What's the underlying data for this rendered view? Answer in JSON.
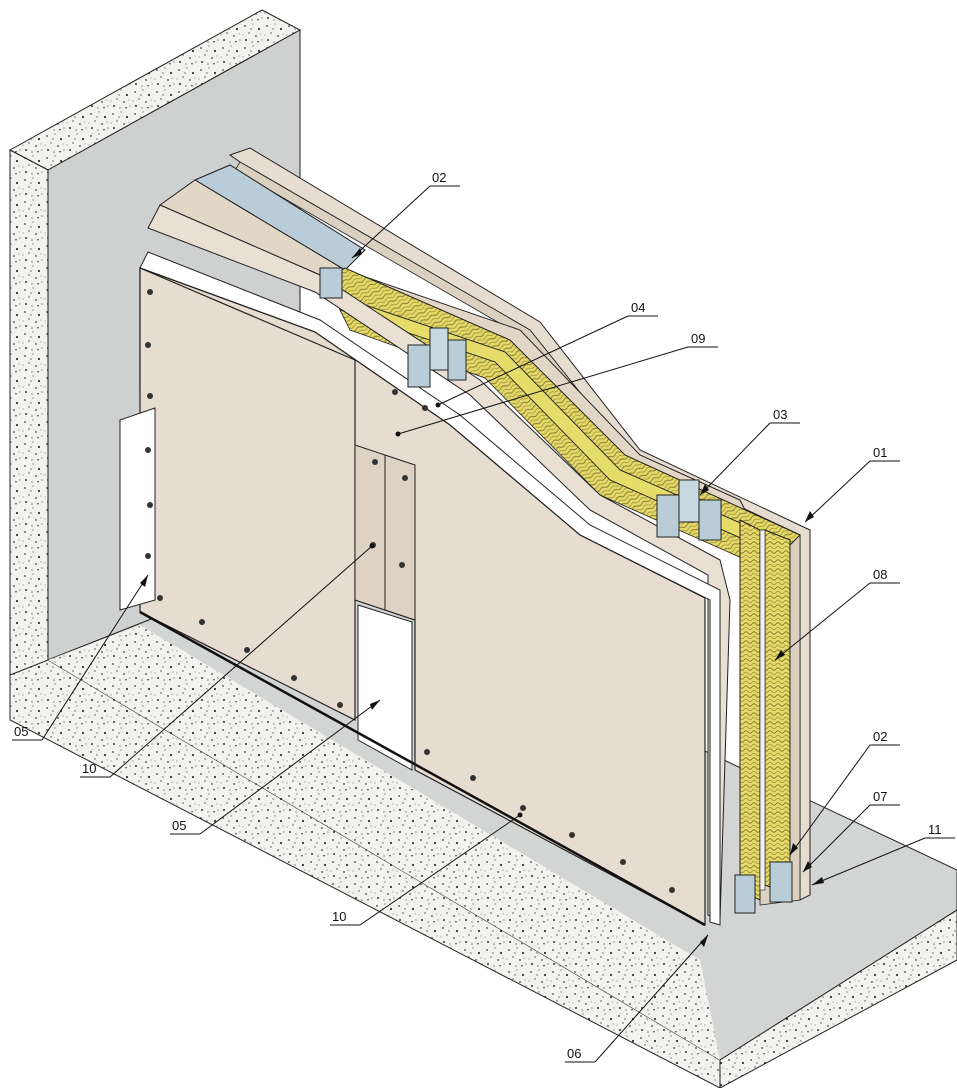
{
  "callouts": [
    {
      "id": "c02a",
      "label": "02"
    },
    {
      "id": "c04",
      "label": "04"
    },
    {
      "id": "c09",
      "label": "09"
    },
    {
      "id": "c03",
      "label": "03"
    },
    {
      "id": "c01",
      "label": "01"
    },
    {
      "id": "c08",
      "label": "08"
    },
    {
      "id": "c02b",
      "label": "02"
    },
    {
      "id": "c07",
      "label": "07"
    },
    {
      "id": "c11",
      "label": "11"
    },
    {
      "id": "c05a",
      "label": "05"
    },
    {
      "id": "c10a",
      "label": "10"
    },
    {
      "id": "c05b",
      "label": "05"
    },
    {
      "id": "c10b",
      "label": "10"
    },
    {
      "id": "c06",
      "label": "06"
    }
  ],
  "colors": {
    "concrete": "#f2f2ee",
    "concrete_dots": "#444444",
    "wall_grey": "#cfd0d0",
    "floor_grey": "#d3d4d4",
    "board_beige": "#e6dccf",
    "board_beige_dark": "#d6cbbb",
    "board_edge": "#ffffff",
    "insulation_yellow": "#e5dc6a",
    "insulation_brown": "#8a7a2a",
    "steel_blue": "#b9cdd8",
    "line": "#222222"
  }
}
